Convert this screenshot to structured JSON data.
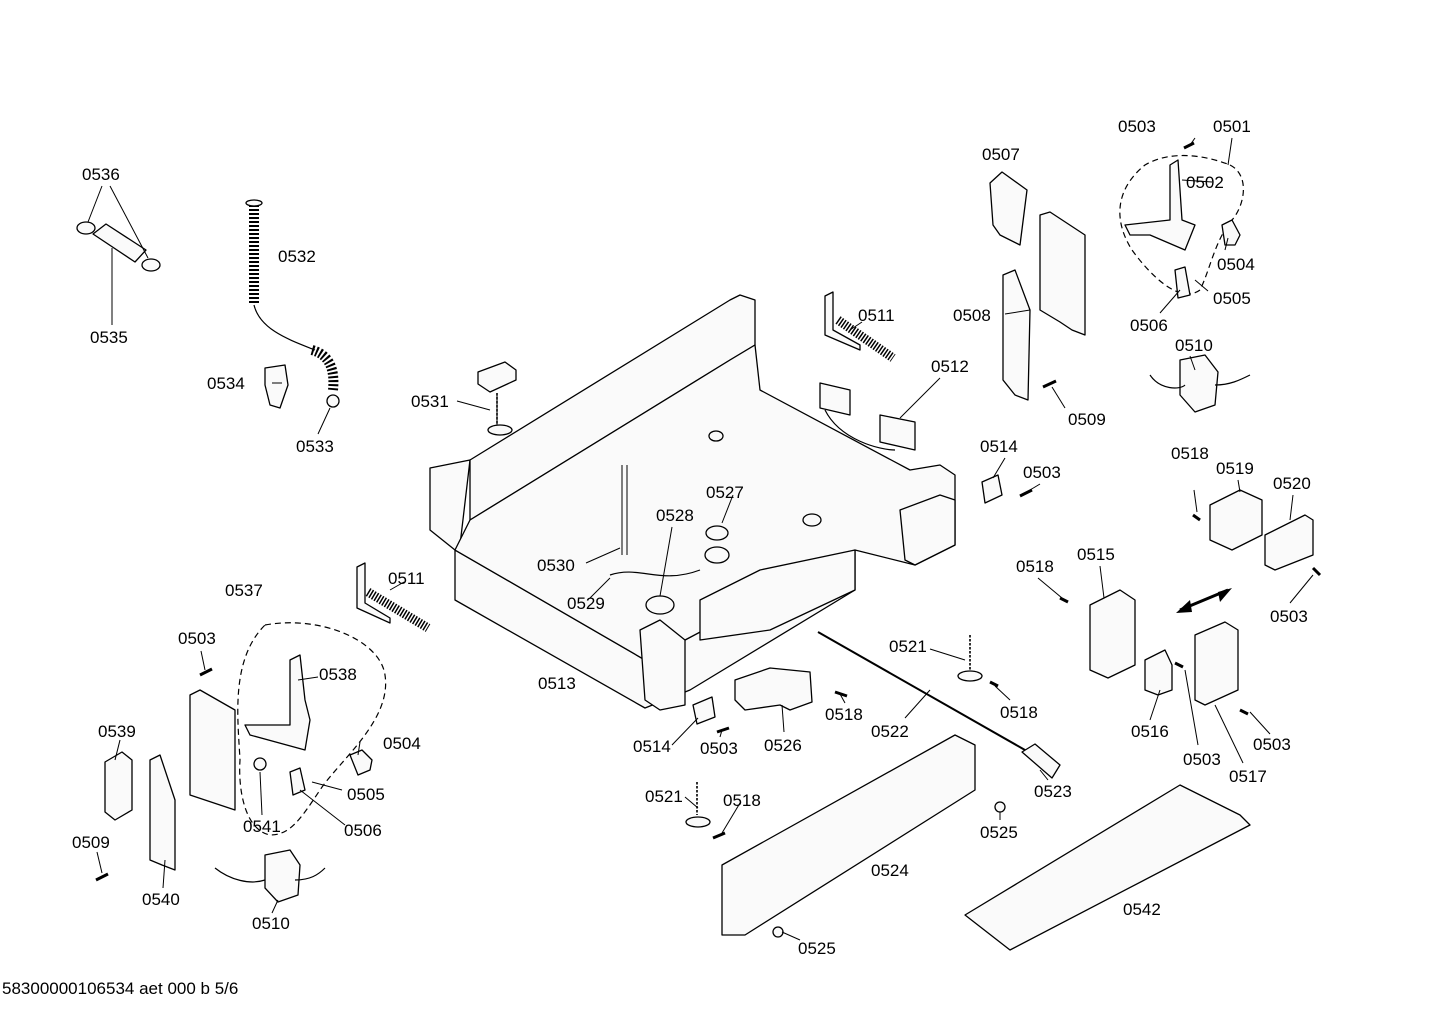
{
  "labels": [
    "0501",
    "0502",
    "0503",
    "0504",
    "0505",
    "0506",
    "0507",
    "0508",
    "0509",
    "0510",
    "0511",
    "0512",
    "0513",
    "0514",
    "0515",
    "0516",
    "0517",
    "0518",
    "0519",
    "0520",
    "0521",
    "0522",
    "0523",
    "0524",
    "0525",
    "0526",
    "0527",
    "0528",
    "0529",
    "0530",
    "0531",
    "0532",
    "0533",
    "0534",
    "0535",
    "0536",
    "0537",
    "0538",
    "0539",
    "0540",
    "0541",
    "0542"
  ],
  "footer": "58300000106534 aet 000 b 5/6"
}
